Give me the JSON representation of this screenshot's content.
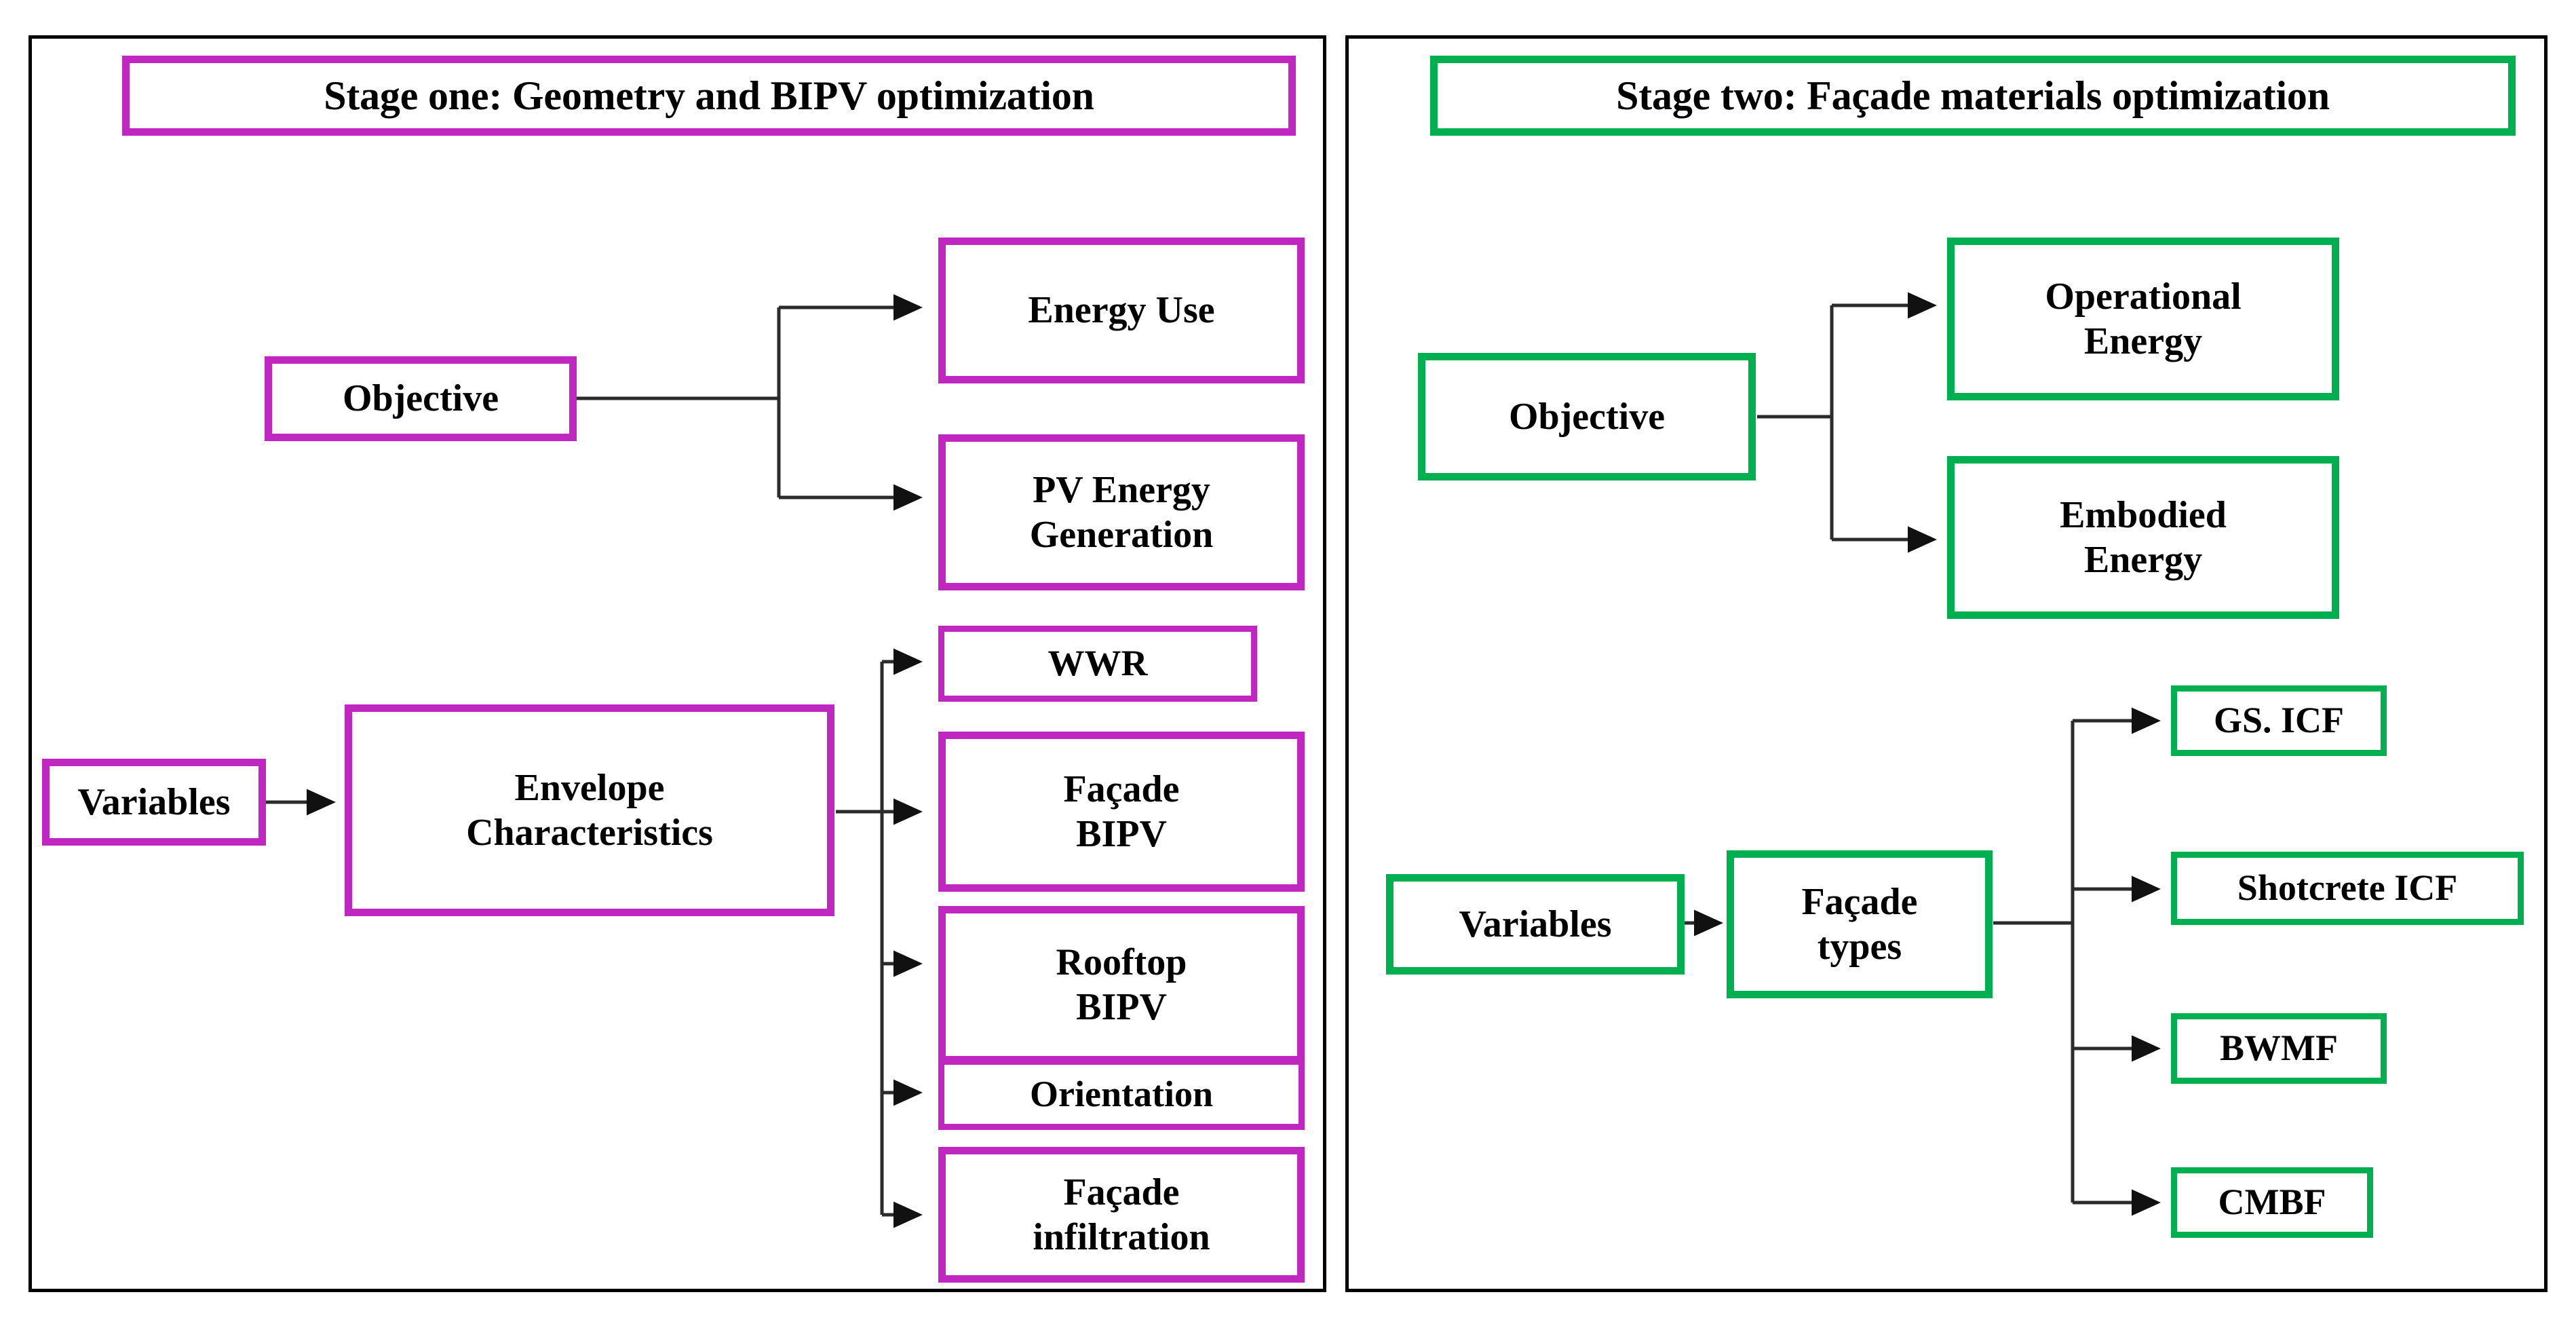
{
  "figure": {
    "type": "diagram",
    "description": "Two-stage building optimization framework flow chart"
  },
  "colors": {
    "stage_one_accent": "#C026C0",
    "stage_two_accent": "#00B050",
    "panel_border": "#000000",
    "connector": "#2b2b2b",
    "background": "#FFFFFF",
    "text": "#000000"
  },
  "panels": [
    {
      "id": "stage-one",
      "title": "Stage one: Geometry and BIPV optimization",
      "accent": "#C026C0",
      "groups": [
        {
          "id": "objective",
          "root_label": "Objective",
          "children": [
            {
              "label": "Energy Use"
            },
            {
              "label": "PV Energy Generation"
            }
          ]
        },
        {
          "id": "variables",
          "root_label": "Variables",
          "mid_label": "Envelope Characteristics",
          "children": [
            {
              "label": "WWR"
            },
            {
              "label": "Façade BIPV"
            },
            {
              "label": "Rooftop BIPV"
            },
            {
              "label": "Orientation"
            },
            {
              "label": "Façade infiltration"
            }
          ]
        }
      ]
    },
    {
      "id": "stage-two",
      "title": "Stage two: Façade materials optimization",
      "accent": "#00B050",
      "groups": [
        {
          "id": "objective",
          "root_label": "Objective",
          "children": [
            {
              "label": "Operational Energy"
            },
            {
              "label": "Embodied Energy"
            }
          ]
        },
        {
          "id": "variables",
          "root_label": "Variables",
          "mid_label": "Façade types",
          "children": [
            {
              "label": "GS. ICF"
            },
            {
              "label": "Shotcrete ICF"
            },
            {
              "label": "BWMF"
            },
            {
              "label": "CMBF"
            }
          ]
        }
      ]
    }
  ],
  "left": {
    "title": "Stage one: Geometry and BIPV optimization",
    "objective": "Objective",
    "energy_use": "Energy Use",
    "pv_energy_generation": "PV Energy\nGeneration",
    "variables": "Variables",
    "envelope": "Envelope\nCharacteristics",
    "wwr": "WWR",
    "facade_bipv": "Façade\nBIPV",
    "rooftop_bipv": "Rooftop\nBIPV",
    "orientation": "Orientation",
    "facade_infiltration": "Façade\ninfiltration"
  },
  "right": {
    "title": "Stage two: Façade materials optimization",
    "objective": "Objective",
    "operational_energy": "Operational\nEnergy",
    "embodied_energy": "Embodied\nEnergy",
    "variables": "Variables",
    "facade_types": "Façade\ntypes",
    "gs_icf": "GS. ICF",
    "shotcrete_icf": "Shotcrete ICF",
    "bwmf": "BWMF",
    "cmbf": "CMBF"
  }
}
